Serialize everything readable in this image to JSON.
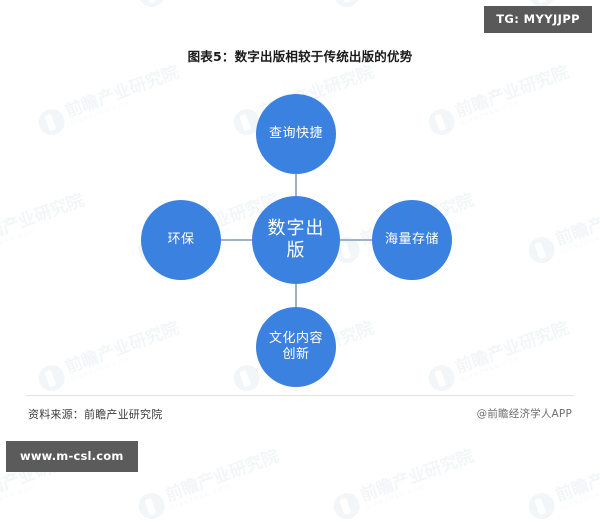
{
  "chart_title": "图表5：数字出版相较于传统出版的优势",
  "diagram": {
    "type": "hub-and-spoke",
    "center": {
      "label": "数字出版",
      "color": "#3b81e0"
    },
    "nodes": [
      {
        "key": "top",
        "label": "查询快捷",
        "position": "top",
        "color": "#3b81e0"
      },
      {
        "key": "right",
        "label": "海量存储",
        "position": "right",
        "color": "#3b81e0"
      },
      {
        "key": "bottom",
        "label": "文化内容创新",
        "position": "bottom",
        "color": "#3b81e0"
      },
      {
        "key": "left",
        "label": "环保",
        "position": "left",
        "color": "#3b81e0"
      }
    ],
    "connector_color": "#9fb3c8"
  },
  "footer": {
    "source": "资料来源：前瞻产业研究院",
    "credit": "@前瞻经济学人APP"
  },
  "overlays": {
    "tg_badge": "TG: MYYJJPP",
    "site_badge": "www.m-csl.com",
    "badge_bg": "#595959"
  },
  "watermark": {
    "main": "前瞻产业研究院",
    "sub": "QIANZHAN.COM"
  }
}
